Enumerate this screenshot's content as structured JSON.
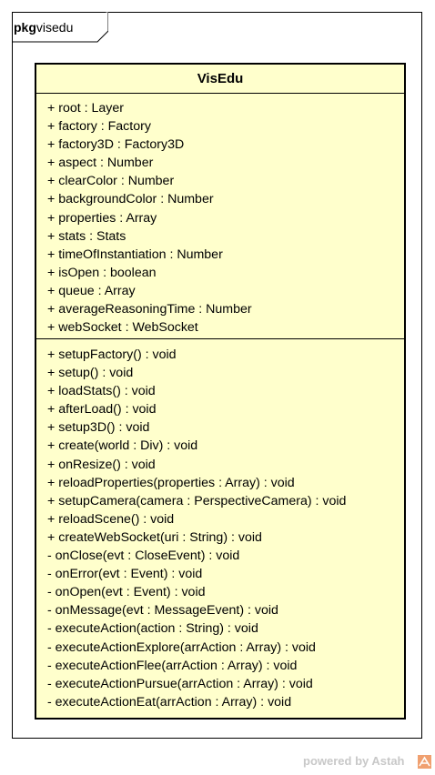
{
  "package": {
    "keyword": "pkg",
    "name": "visedu"
  },
  "class": {
    "name": "VisEdu",
    "attributes": [
      "+ root : Layer",
      "+ factory : Factory",
      "+ factory3D : Factory3D",
      "+ aspect : Number",
      "+ clearColor : Number",
      "+ backgroundColor : Number",
      "+ properties : Array",
      "+ stats : Stats",
      "+ timeOfInstantiation : Number",
      "+ isOpen : boolean",
      "+ queue : Array",
      "+ averageReasoningTime : Number",
      "+ webSocket : WebSocket"
    ],
    "operations": [
      "+ setupFactory() : void",
      "+ setup() : void",
      "+ loadStats() : void",
      "+ afterLoad() : void",
      "+ setup3D() : void",
      "+ create(world : Div) : void",
      "+ onResize() : void",
      "+ reloadProperties(properties : Array) : void",
      "+ setupCamera(camera : PerspectiveCamera) : void",
      "+ reloadScene() : void",
      "+ createWebSocket(uri : String) : void",
      "- onClose(evt : CloseEvent) : void",
      "- onError(evt : Event) : void",
      "- onOpen(evt : Event) : void",
      "- onMessage(evt : MessageEvent) : void",
      "- executeAction(action : String) : void",
      "- executeActionExplore(arrAction : Array) : void",
      "- executeActionFlee(arrAction : Array) : void",
      "- executeActionPursue(arrAction : Array) : void",
      "- executeActionEat(arrAction : Array) : void"
    ]
  },
  "footer": {
    "text": "powered by Astah",
    "icon": "astah-logo-icon"
  },
  "colors": {
    "class_fill": "#ffffcc",
    "border": "#000000",
    "footer_text": "#c8c8c8",
    "logo": "#f0a070"
  }
}
